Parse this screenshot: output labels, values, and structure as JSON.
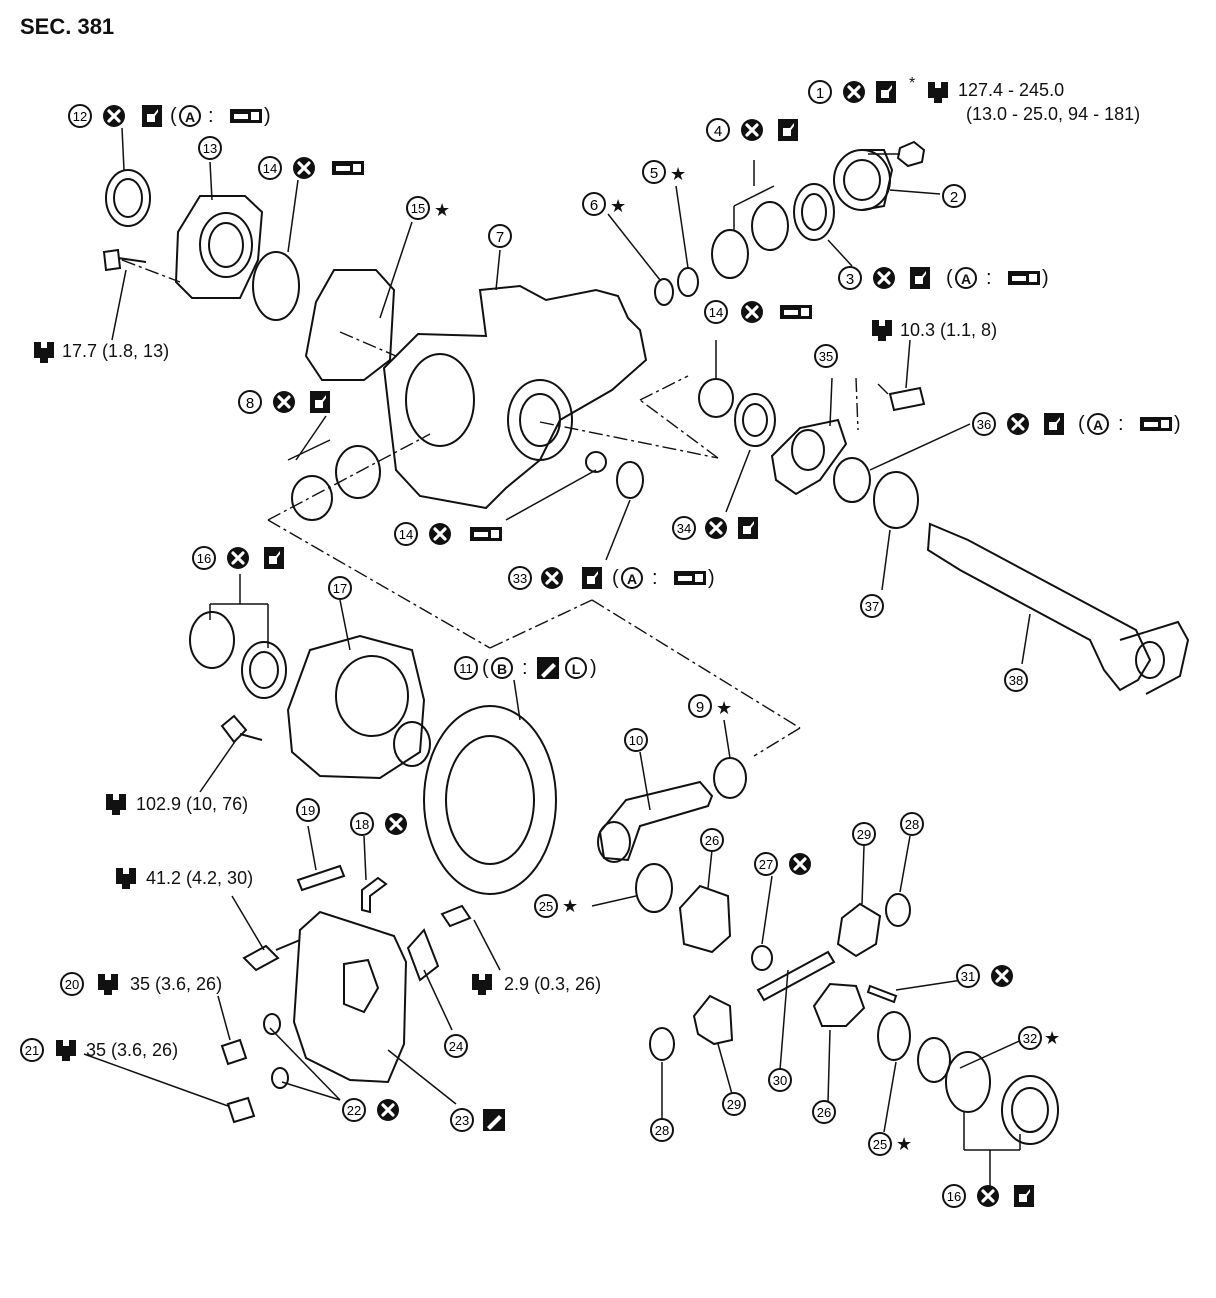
{
  "section_label": "SEC. 381",
  "callouts": [
    "1",
    "2",
    "3",
    "4",
    "5",
    "6",
    "7",
    "8",
    "9",
    "10",
    "11",
    "12",
    "13",
    "14",
    "15",
    "16",
    "17",
    "18",
    "19",
    "20",
    "21",
    "22",
    "23",
    "24",
    "25",
    "26",
    "27",
    "28",
    "29",
    "30",
    "31",
    "32",
    "33",
    "34",
    "35",
    "36",
    "37",
    "38"
  ],
  "symbols": {
    "star": "★",
    "asterisk": "*",
    "circle_a": "A",
    "circle_b": "B",
    "circle_l": "L",
    "no_reuse_icon": "x-circle-icon",
    "oil_icon": "oil-can-icon",
    "torque_icon": "torque-wrench-icon",
    "grease_icon": "multi-purpose-grease-icon",
    "sealant_icon": "sealant-icon"
  },
  "torque_specs": {
    "t1_line1": "127.4 - 245.0",
    "t1_line2": "(13.0 - 25.0, 94 - 181)",
    "t13": "17.7 (1.8, 13)",
    "t35": "10.3 (1.1, 8)",
    "t17": "102.9 (10, 76)",
    "t19": "41.2 (4.2, 30)",
    "t20": "35 (3.6, 26)",
    "t21": "35 (3.6, 26)",
    "t24": "2.9 (0.3, 26)"
  },
  "colors": {
    "ink": "#111111",
    "background": "#ffffff"
  }
}
